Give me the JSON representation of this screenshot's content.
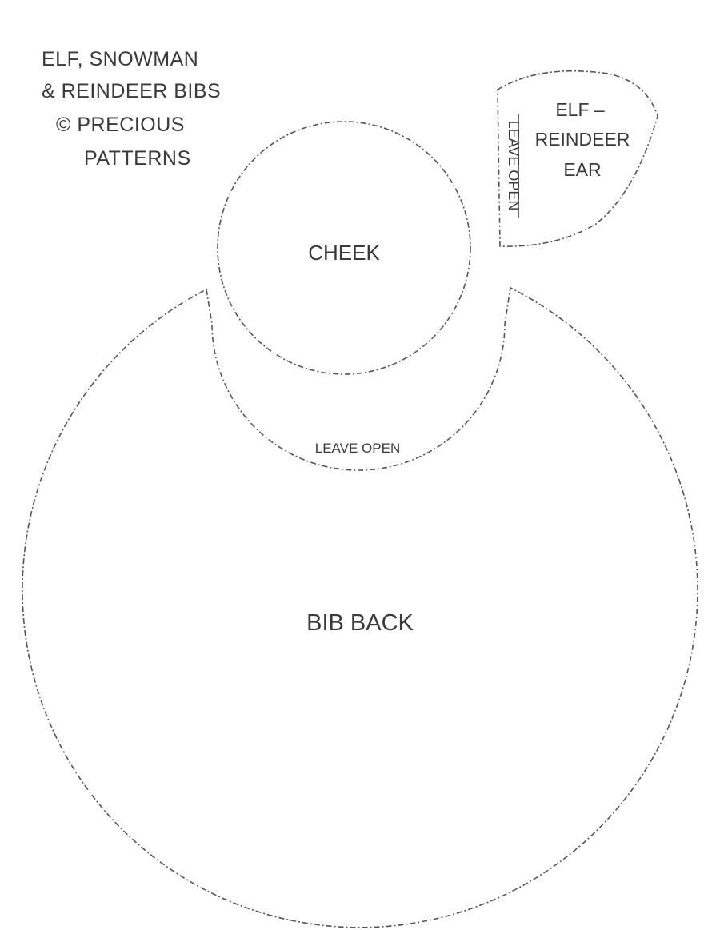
{
  "title": {
    "lines": [
      "ELF, SNOWMAN",
      "& REINDEER BIBS",
      "© PRECIOUS",
      "PATTERNS"
    ]
  },
  "pieces": {
    "cheek": {
      "label": "CHEEK"
    },
    "ear": {
      "label_lines": [
        "ELF –",
        "REINDEER",
        "EAR"
      ],
      "opening_label": "LEAVE OPEN"
    },
    "bib_back": {
      "label": "BIB BACK",
      "opening_label": "LEAVE OPEN"
    }
  },
  "colors": {
    "outline": "#555555",
    "text": "#3a3a3a"
  }
}
